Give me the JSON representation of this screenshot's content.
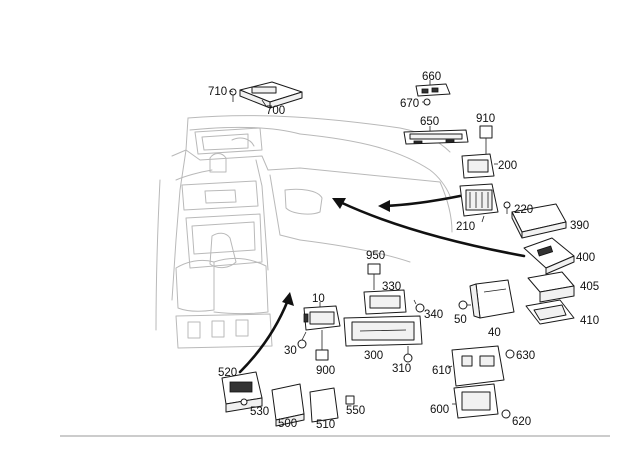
{
  "callouts": {
    "c10": "10",
    "c30": "30",
    "c40": "40",
    "c50": "50",
    "c200": "200",
    "c210": "210",
    "c220": "220",
    "c300": "300",
    "c310": "310",
    "c330": "330",
    "c340": "340",
    "c390": "390",
    "c400": "400",
    "c405": "405",
    "c410": "410",
    "c500": "500",
    "c510": "510",
    "c520": "520",
    "c530": "530",
    "c550": "550",
    "c600": "600",
    "c610": "610",
    "c620": "620",
    "c630": "630",
    "c650": "650",
    "c660": "660",
    "c670": "670",
    "c700": "700",
    "c710": "710",
    "c900": "900",
    "c910": "910",
    "c950": "950"
  },
  "colors": {
    "line_art": "#1a1a1a",
    "background_interior": "#b9b9b9",
    "labels": "#111111"
  }
}
